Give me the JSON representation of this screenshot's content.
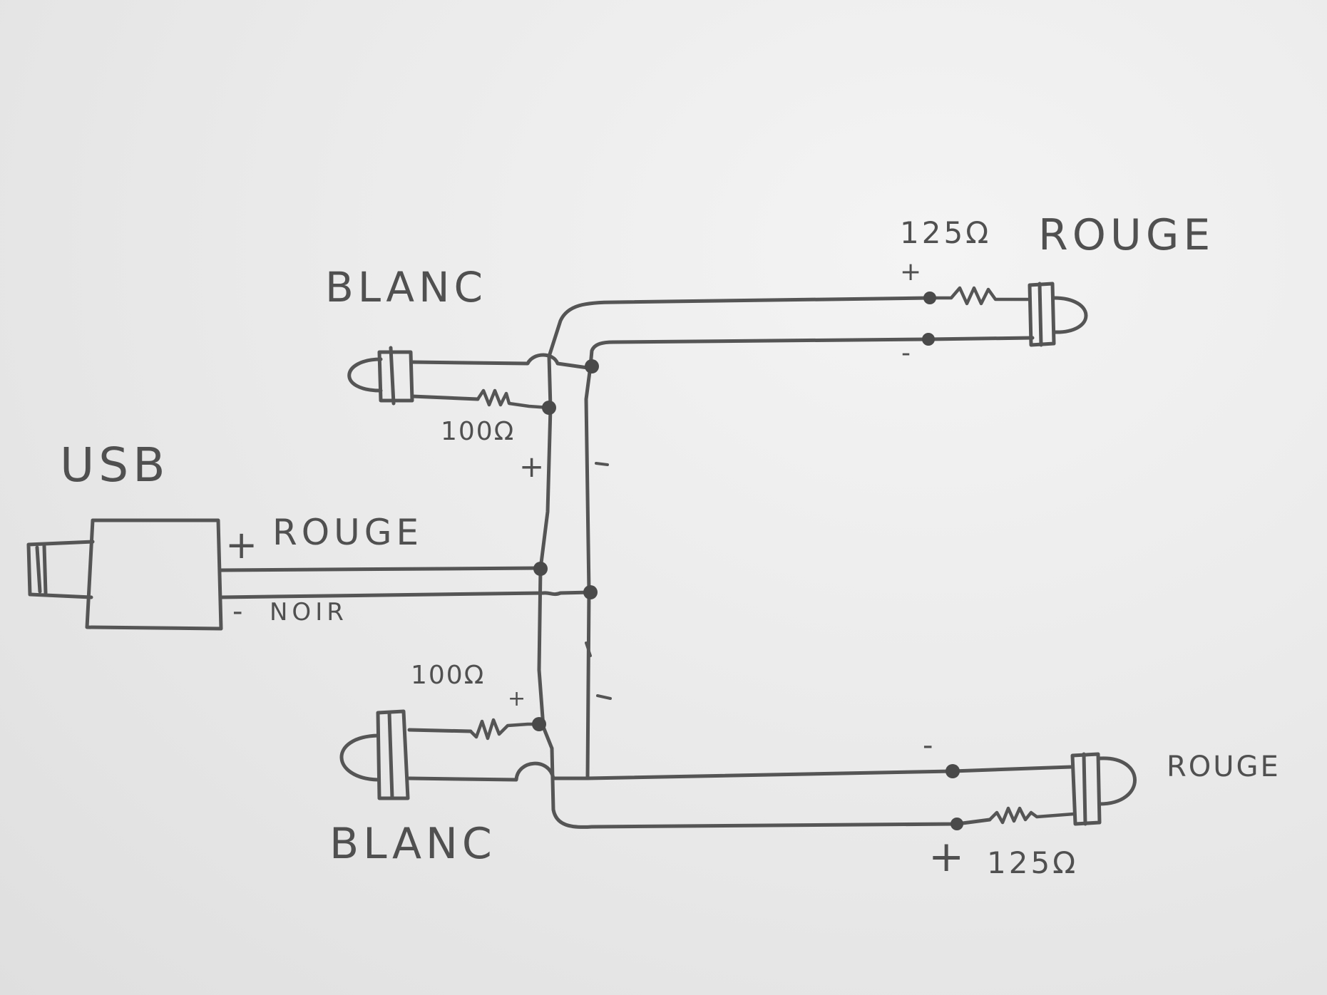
{
  "diagram": {
    "usb": {
      "title": "USB",
      "positive_sign": "+",
      "positive_wire": "ROUGE",
      "negative_sign": "-",
      "negative_wire": "NOIR"
    },
    "led_white_top": {
      "label": "BLANC",
      "resistor": "100Ω",
      "positive_sign": "+",
      "negative_sign": "-"
    },
    "led_white_bottom": {
      "label": "BLANC",
      "resistor": "100Ω",
      "positive_sign": "+",
      "negative_sign": "-"
    },
    "led_red_top": {
      "label": "ROUGE",
      "resistor": "125Ω",
      "positive_sign": "+",
      "negative_sign": "-"
    },
    "led_red_bottom": {
      "label": "ROUGE",
      "resistor": "125Ω",
      "positive_sign": "+",
      "negative_sign": "-"
    },
    "colors": {
      "pencil": "#555555",
      "paper": "#ececec"
    }
  }
}
